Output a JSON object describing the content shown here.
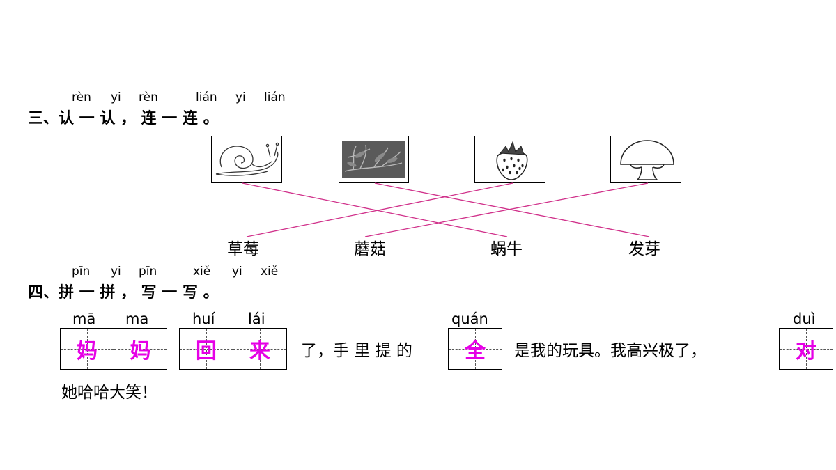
{
  "section3": {
    "pinyin": [
      "rèn",
      "yi",
      "rèn",
      "lián",
      "yi",
      "lián"
    ],
    "heading": "三、认 一 认 ， 连 一 连 。",
    "pictures": [
      {
        "icon": "snail-icon"
      },
      {
        "icon": "sprout-photo-icon"
      },
      {
        "icon": "strawberry-icon"
      },
      {
        "icon": "mushroom-icon"
      }
    ],
    "words": [
      "草莓",
      "蘑菇",
      "蜗牛",
      "发芽"
    ],
    "line_color": "#d0308a"
  },
  "section4": {
    "pinyin": [
      "pīn",
      "yi",
      "pīn",
      "xiě",
      "yi",
      "xiě"
    ],
    "heading": "四、拼 一 拼 ， 写 一 写 。",
    "box1": {
      "pinyin": [
        "mā",
        "ma"
      ],
      "chars": [
        "妈",
        "妈"
      ]
    },
    "box2": {
      "pinyin": [
        "huí",
        "lái"
      ],
      "chars": [
        "回",
        "来"
      ]
    },
    "text1": "了，手 里 提 的",
    "box3": {
      "pinyin": [
        "quán"
      ],
      "chars": [
        "全"
      ]
    },
    "text2": "是我的玩具。我高兴极了，",
    "box4": {
      "pinyin": [
        "duì"
      ],
      "chars": [
        "对"
      ]
    },
    "text3": "她哈哈大笑！",
    "answer_color": "#e600e6"
  }
}
